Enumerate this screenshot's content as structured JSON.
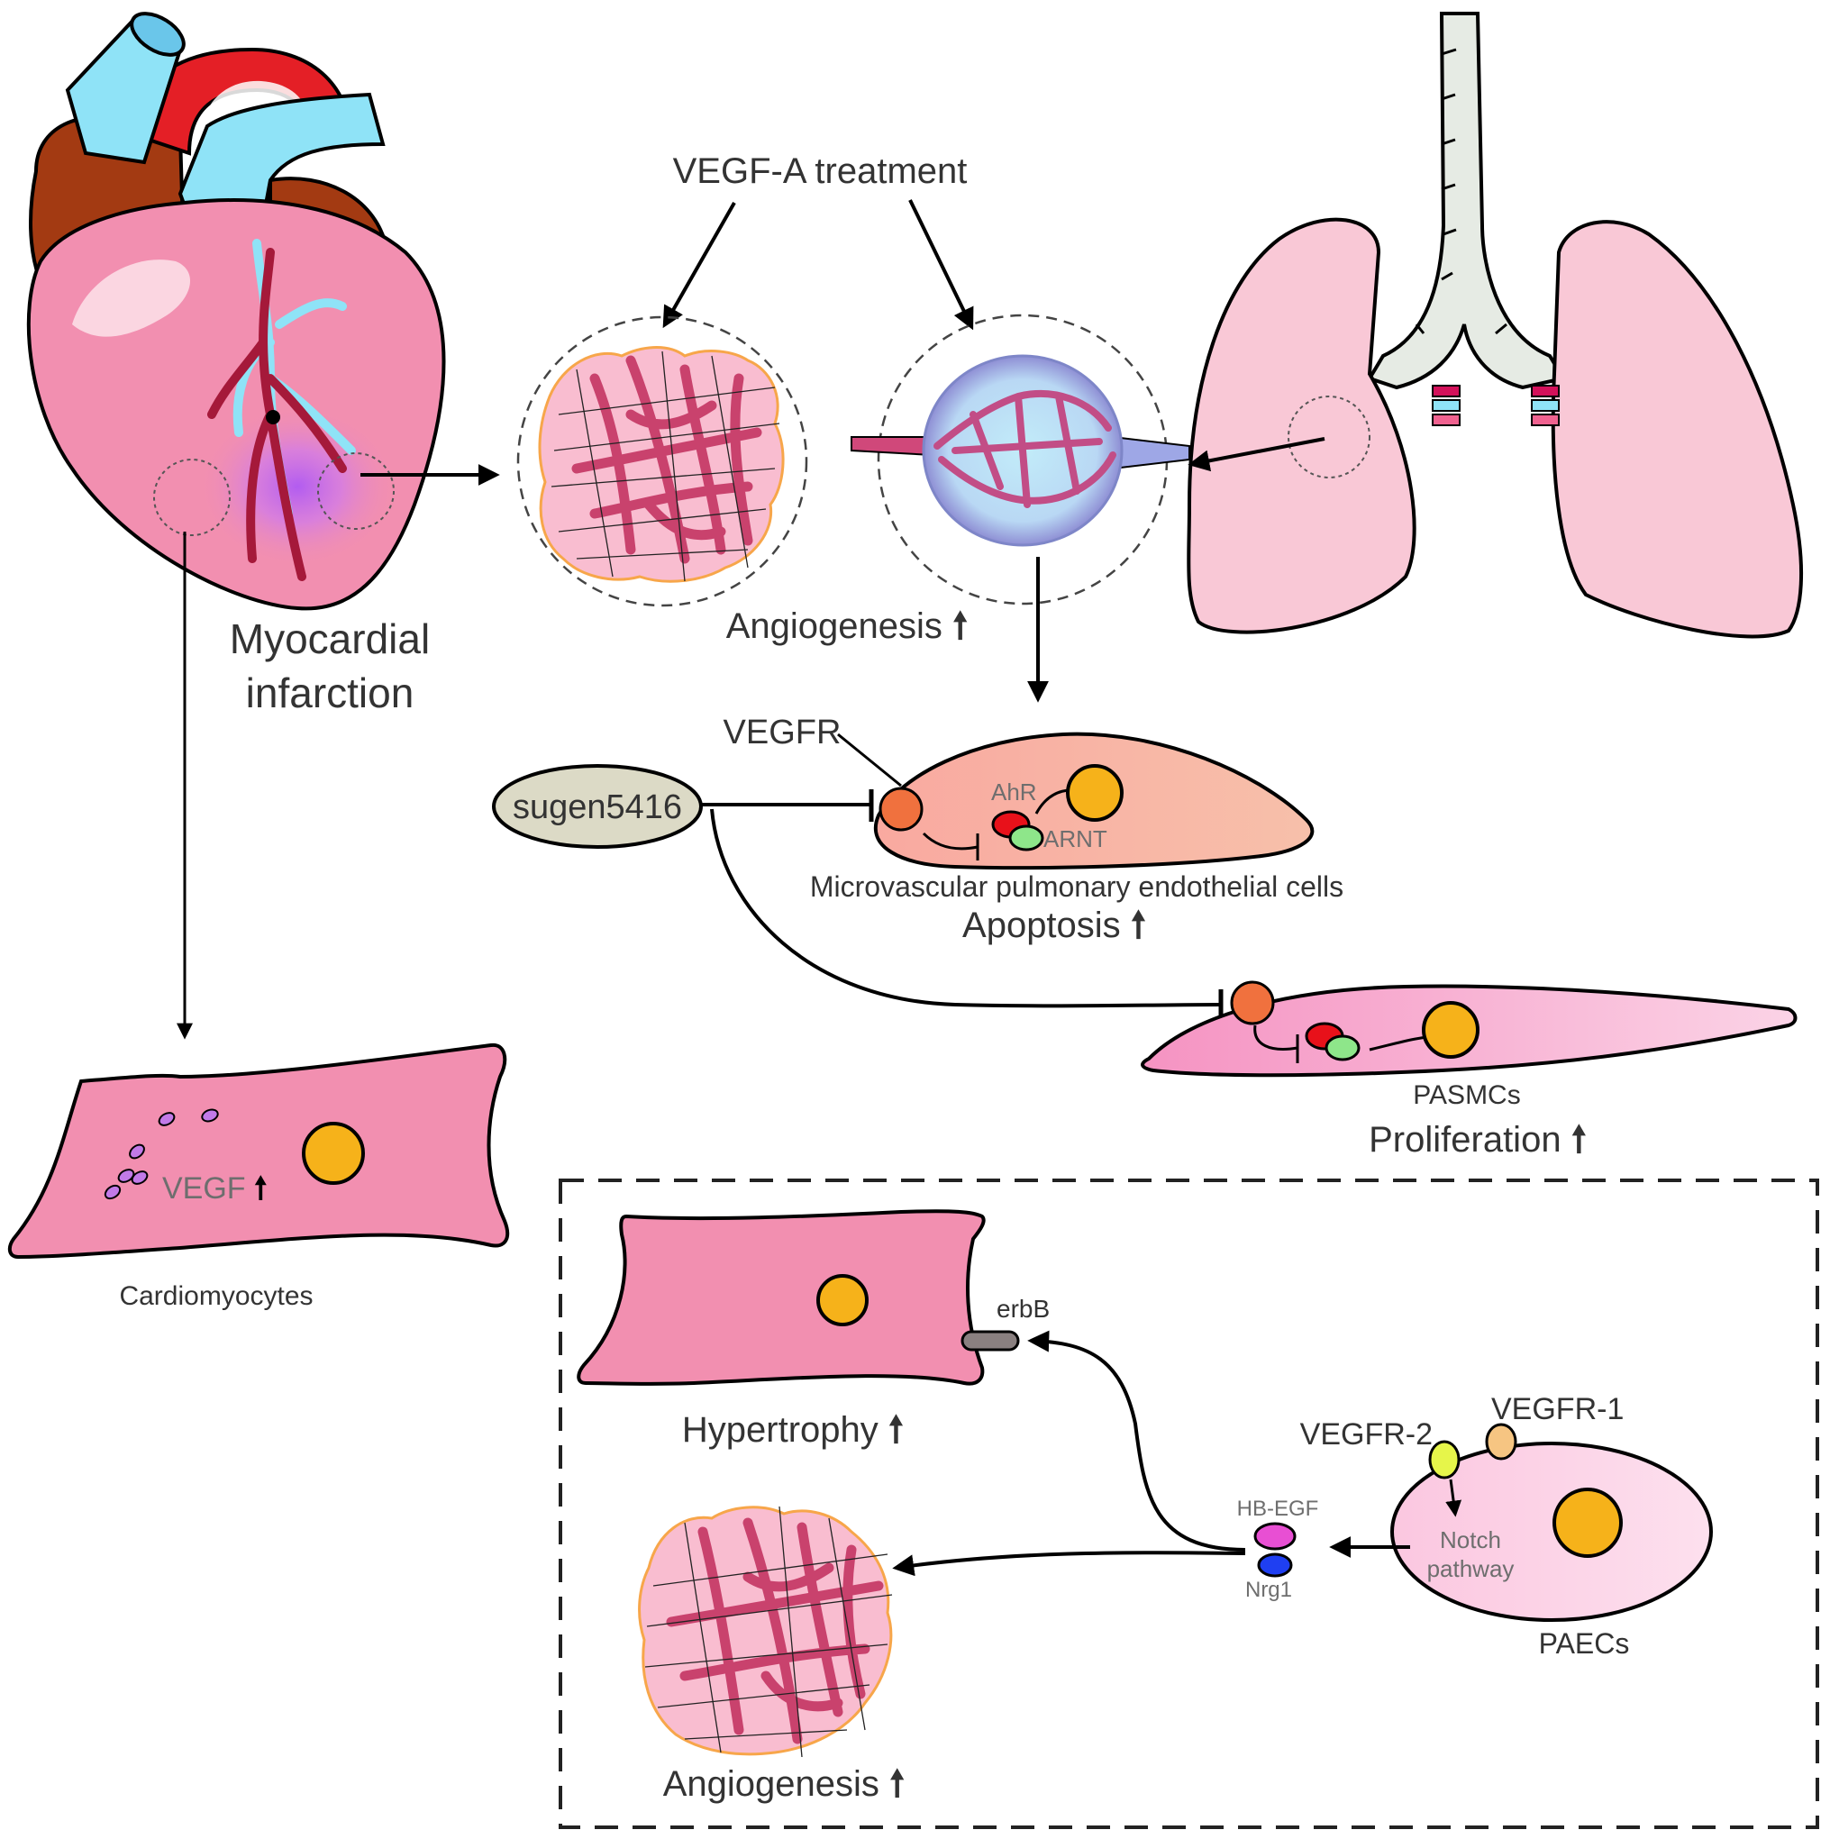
{
  "labels": {
    "vegf_a_treatment": "VEGF-A treatment",
    "myocardial_line1": "Myocardial",
    "myocardial_line2": "infarction",
    "angiogenesis_top": "Angiogenesis",
    "vegfr": "VEGFR",
    "sugen": "sugen5416",
    "ahr": "AhR",
    "arnt": "ARNT",
    "mpec": "Microvascular pulmonary endothelial cells",
    "apoptosis": "Apoptosis",
    "pasmcs": "PASMCs",
    "proliferation": "Proliferation",
    "vegf": "VEGF",
    "cardiomyocytes": "Cardiomyocytes",
    "erbb": "erbB",
    "hypertrophy": "Hypertrophy",
    "vegfr2": "VEGFR-2",
    "vegfr1": "VEGFR-1",
    "hb_egf": "HB-EGF",
    "nrg1": "Nrg1",
    "notch_line1": "Notch",
    "notch_line2": "pathway",
    "paecs": "PAECs",
    "angiogenesis_bottom": "Angiogenesis"
  },
  "up_arrow": "🠕",
  "colors": {
    "heart_pink": "#f28fb0",
    "heart_dark": "#a33a12",
    "aorta_red": "#e41f26",
    "vessel_blue": "#8fe3f7",
    "coronary_red": "#a5193a",
    "lung_pink": "#f9c8d6",
    "trachea_grey": "#e6ebe4",
    "cell_peach": "#f7b89d",
    "cell_pink": "#f28fb0",
    "paec_pink": "#fbd0e6",
    "nucleus_orange": "#f6b21a",
    "receptor_orange": "#f0713e",
    "ahr_red": "#e8111a",
    "arnt_green": "#8ee68a",
    "sugen_grey": "#dcdac6",
    "vegfr2_yellow": "#e6f54a",
    "vegfr1_tan": "#f6c582",
    "hbegf_magenta": "#e84fd3",
    "nrg1_blue": "#1f3ff2",
    "erbb_grey": "#8a8080",
    "vesicle_purple": "#c27ae8"
  }
}
